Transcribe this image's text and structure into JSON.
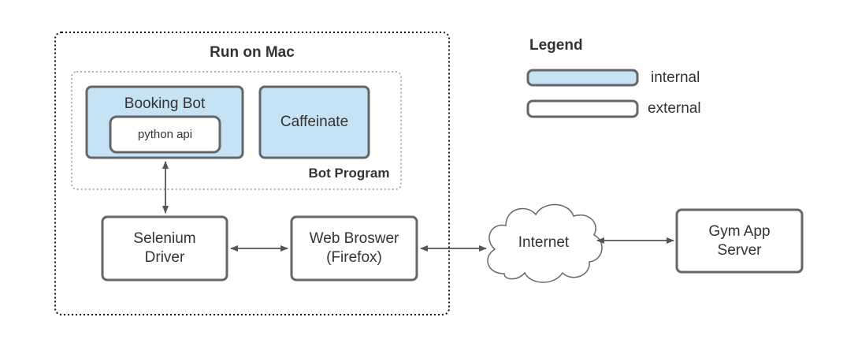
{
  "diagram": {
    "containers": {
      "mac": {
        "title": "Run on Mac"
      },
      "bot_program": {
        "title": "Bot Program"
      }
    },
    "nodes": {
      "booking_bot": {
        "label": "Booking Bot",
        "type": "internal"
      },
      "python_api": {
        "label": "python api",
        "type": "external"
      },
      "caffeinate": {
        "label": "Caffeinate",
        "type": "internal"
      },
      "selenium": {
        "line1": "Selenium",
        "line2": "Driver",
        "type": "external"
      },
      "browser": {
        "line1": "Web Broswer",
        "line2": "(Firefox)",
        "type": "external"
      },
      "internet": {
        "label": "Internet",
        "shape": "cloud"
      },
      "gym_server": {
        "line1": "Gym App",
        "line2": "Server",
        "type": "external"
      }
    },
    "edges": [
      {
        "from": "booking_bot",
        "to": "selenium",
        "direction": "both"
      },
      {
        "from": "selenium",
        "to": "browser",
        "direction": "both"
      },
      {
        "from": "browser",
        "to": "internet",
        "direction": "both"
      },
      {
        "from": "internet",
        "to": "gym_server",
        "direction": "both"
      }
    ],
    "legend": {
      "title": "Legend",
      "items": [
        {
          "label": "internal",
          "fill": "#c6e3f5"
        },
        {
          "label": "external",
          "fill": "#ffffff"
        }
      ]
    },
    "colors": {
      "internal_fill": "#c6e3f5",
      "external_fill": "#ffffff",
      "stroke": "#666666",
      "text": "#333333",
      "container_border": "#111111",
      "group_border": "#999999"
    }
  }
}
